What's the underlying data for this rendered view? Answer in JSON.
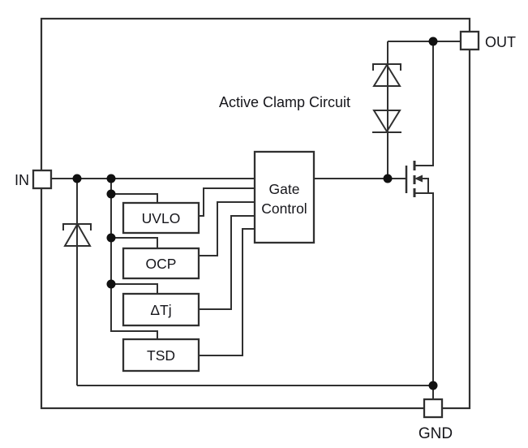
{
  "figure": {
    "background_color": "#ffffff",
    "line_color": "#303030",
    "text_color": "#15151a",
    "annotation": {
      "active_clamp_label": "Active Clamp Circuit"
    },
    "terminals": {
      "in": {
        "label": "IN"
      },
      "out": {
        "label": "OUT"
      },
      "gnd": {
        "label": "GND"
      }
    },
    "blocks": {
      "uvlo": {
        "label": "UVLO"
      },
      "ocp": {
        "label": "OCP"
      },
      "delta_tj": {
        "label": "ΔTj"
      },
      "tsd": {
        "label": "TSD"
      },
      "gate_control": {
        "label_line1": "Gate",
        "label_line2": "Control"
      }
    },
    "components": {
      "input_clamp": "zener-diode",
      "active_clamp_top": "zener-diode",
      "active_clamp_bottom": "diode",
      "pass_element": "n-channel-mosfet"
    }
  }
}
